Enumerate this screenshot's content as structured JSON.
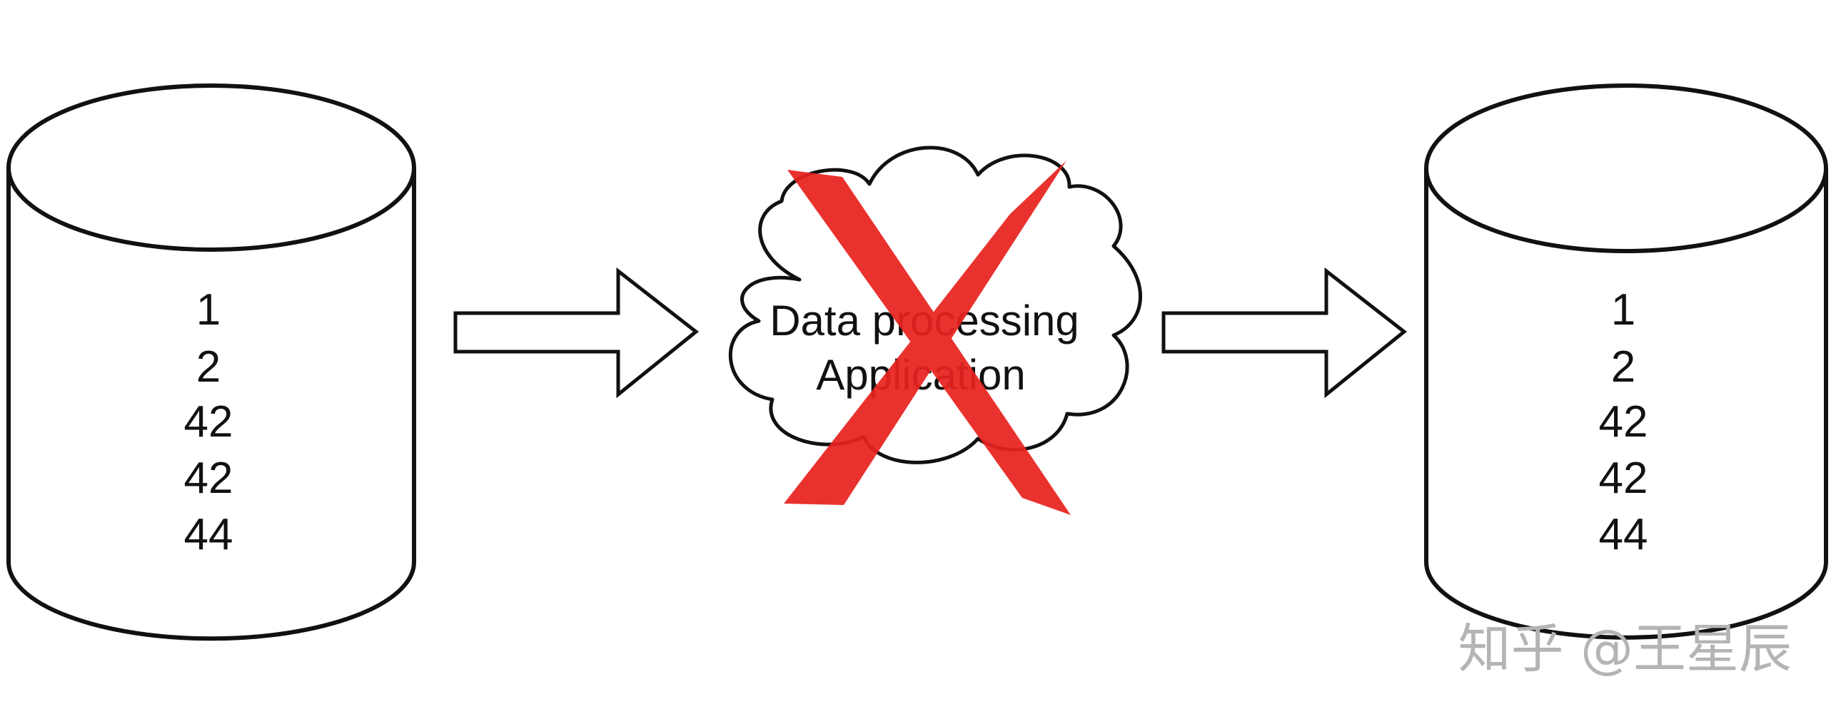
{
  "source_db": {
    "values": [
      "1",
      "2",
      "42",
      "42",
      "44"
    ]
  },
  "target_db": {
    "values": [
      "1",
      "2",
      "42",
      "42",
      "44"
    ]
  },
  "process": {
    "line1": "Data processing",
    "line2": "Application",
    "status_icon": "red-x-cross-icon",
    "cross_color": "#e8231f"
  },
  "watermark": {
    "text": "知乎 @王星辰"
  }
}
